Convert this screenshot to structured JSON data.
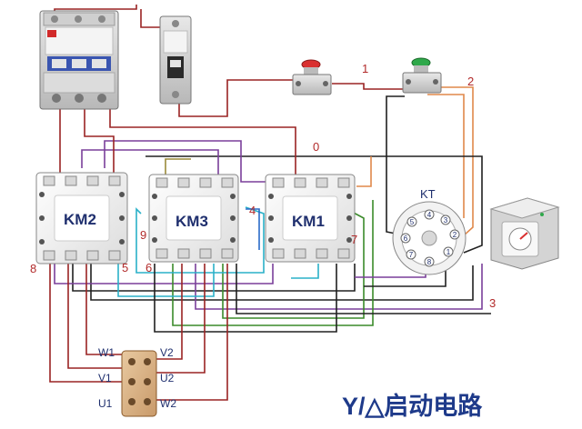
{
  "contactors": [
    {
      "id": "km2",
      "label": "KM2"
    },
    {
      "id": "km3",
      "label": "KM3"
    },
    {
      "id": "km1",
      "label": "KM1"
    }
  ],
  "timer": {
    "label": "KT",
    "pins": [
      "1",
      "2",
      "3",
      "4",
      "5",
      "6",
      "7",
      "8"
    ]
  },
  "wire_labels": [
    "0",
    "1",
    "2",
    "3",
    "4",
    "5",
    "6",
    "7",
    "8",
    "9"
  ],
  "terminal_block": {
    "left": [
      "W1",
      "V1",
      "U1"
    ],
    "right": [
      "V2",
      "U2",
      "W2"
    ]
  },
  "title": "Y/△启动电路",
  "colors": {
    "label_red": "#b22a2a",
    "label_blue": "#1f2f6e",
    "title_blue": "#1e3a8a",
    "stop_button": "#d93030",
    "start_button": "#2fa84a",
    "wire_red": "#9a2323",
    "wire_purple": "#7a3f9a",
    "wire_black": "#202020",
    "wire_green": "#3a8a2a",
    "wire_cyan": "#2ab0c8",
    "wire_orange": "#e0884a",
    "wire_olive": "#9a8a3a"
  }
}
